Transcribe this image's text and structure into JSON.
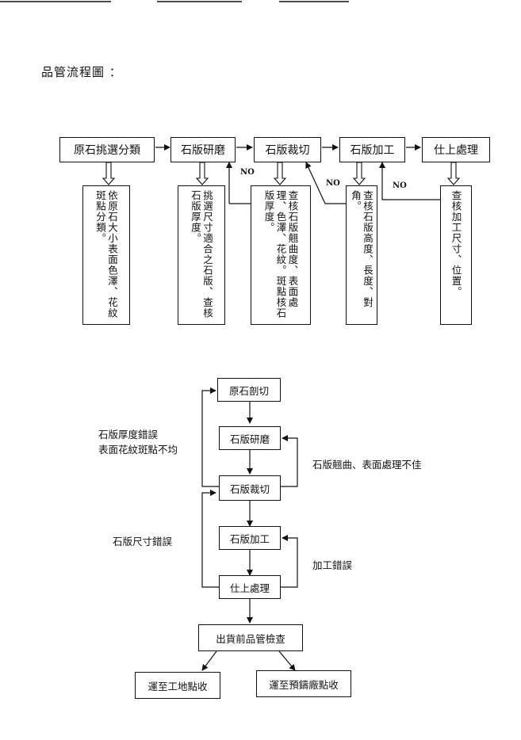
{
  "title": "品管流程圖 ：",
  "top_flow": {
    "steps": [
      "原石挑選分類",
      "石版研磨",
      "石版裁切",
      "石版加工",
      "仕上處理"
    ],
    "checks": [
      "依原石大小表面色澤、花紋斑點分類。",
      "挑選尺寸適合之石版、查核石版厚度。",
      "查核石版翹曲度、表面處理、色澤、花紋。斑點核石版厚度。",
      "查核石版高度、長度、對角。",
      "查核加工尺寸、位置。"
    ],
    "no_label": "NO"
  },
  "bottom_flow": {
    "steps": [
      "原石剖切",
      "石版研磨",
      "石版裁切",
      "石版加工",
      "仕上處理",
      "出貨前品管檢查"
    ],
    "destinations": [
      "運至工地點收",
      "運至預鑄廠點收"
    ],
    "notes": {
      "thickness_error_1": "石版厚度錯誤",
      "thickness_error_2": "表面花紋斑點不均",
      "warp_error": "石版翹曲、表面處理不佳",
      "size_error": "石版尺寸錯誤",
      "process_error": "加工錯誤"
    }
  }
}
